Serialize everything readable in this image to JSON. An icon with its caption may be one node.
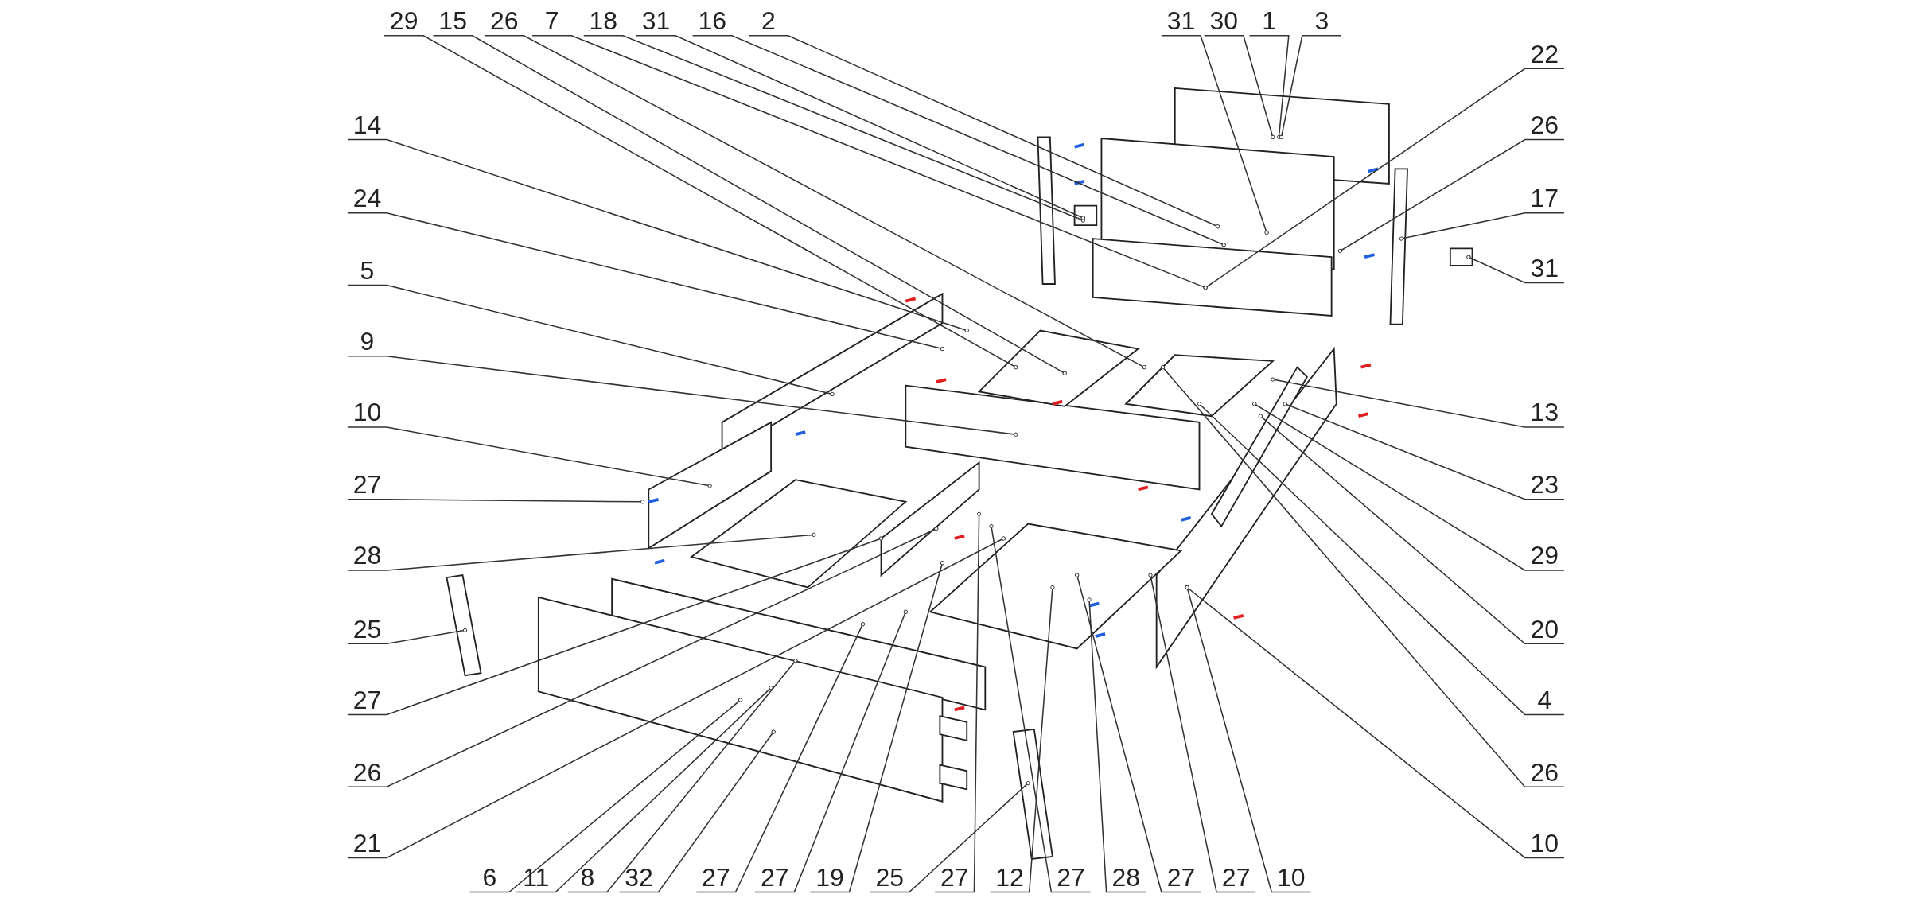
{
  "diagram": {
    "nodes": [
      {
        "text": [
          "29"
        ]
      },
      {
        "text": [
          "15"
        ]
      },
      {
        "text": [
          "26"
        ]
      },
      {
        "text": [
          "7"
        ]
      },
      {
        "text": [
          "18"
        ]
      },
      {
        "text": [
          "31"
        ]
      },
      {
        "text": [
          "16"
        ]
      },
      {
        "text": [
          "2"
        ]
      },
      {
        "text": [
          "31"
        ]
      },
      {
        "text": [
          "30"
        ]
      },
      {
        "text": [
          "1"
        ]
      },
      {
        "text": [
          "3"
        ]
      },
      {
        "text": [
          "14"
        ]
      },
      {
        "text": [
          "24"
        ]
      },
      {
        "text": [
          "5"
        ]
      },
      {
        "text": [
          "9"
        ]
      },
      {
        "text": [
          "10"
        ]
      },
      {
        "text": [
          "27"
        ]
      },
      {
        "text": [
          "28"
        ]
      },
      {
        "text": [
          "25"
        ]
      },
      {
        "text": [
          "27"
        ]
      },
      {
        "text": [
          "26"
        ]
      },
      {
        "text": [
          "21"
        ]
      },
      {
        "text": [
          "22"
        ]
      },
      {
        "text": [
          "26"
        ]
      },
      {
        "text": [
          "17"
        ]
      },
      {
        "text": [
          "31"
        ]
      },
      {
        "text": [
          "13"
        ]
      },
      {
        "text": [
          "23"
        ]
      },
      {
        "text": [
          "29"
        ]
      },
      {
        "text": [
          "20"
        ]
      },
      {
        "text": [
          "4"
        ]
      },
      {
        "text": [
          "26"
        ]
      },
      {
        "text": [
          "10"
        ]
      },
      {
        "text": [
          "6"
        ]
      },
      {
        "text": [
          "11"
        ]
      },
      {
        "text": [
          "8"
        ]
      },
      {
        "text": [
          "32"
        ]
      },
      {
        "text": [
          "27"
        ]
      },
      {
        "text": [
          "27"
        ]
      },
      {
        "text": [
          "19"
        ]
      },
      {
        "text": [
          "25"
        ]
      },
      {
        "text": [
          "27"
        ]
      },
      {
        "text": [
          "12"
        ]
      },
      {
        "text": [
          "27"
        ]
      },
      {
        "text": [
          "28"
        ]
      },
      {
        "text": [
          "27"
        ]
      },
      {
        "text": [
          "27"
        ]
      },
      {
        "text": [
          "10"
        ]
      }
    ],
    "edges": [
      {
        "from": 0,
        "to": null,
        "arrow": "other"
      },
      {
        "from": 1,
        "to": null,
        "arrow": "other"
      },
      {
        "from": 2,
        "to": null,
        "arrow": "other"
      },
      {
        "from": 3,
        "to": null,
        "arrow": "other"
      },
      {
        "from": 4,
        "to": null,
        "arrow": "other"
      },
      {
        "from": 5,
        "to": null,
        "arrow": "other"
      },
      {
        "from": 6,
        "to": null,
        "arrow": "other"
      },
      {
        "from": 7,
        "to": null,
        "arrow": "other"
      },
      {
        "from": 8,
        "to": null,
        "arrow": "other"
      },
      {
        "from": 9,
        "to": null,
        "arrow": "other"
      },
      {
        "from": 10,
        "to": null,
        "arrow": "other"
      },
      {
        "from": 11,
        "to": null,
        "arrow": "other"
      },
      {
        "from": 12,
        "to": null,
        "arrow": "other"
      },
      {
        "from": 13,
        "to": null,
        "arrow": "other"
      },
      {
        "from": 14,
        "to": null,
        "arrow": "other"
      },
      {
        "from": 15,
        "to": null,
        "arrow": "other"
      },
      {
        "from": 16,
        "to": null,
        "arrow": "other"
      },
      {
        "from": 17,
        "to": null,
        "arrow": "other"
      },
      {
        "from": 18,
        "to": null,
        "arrow": "other"
      },
      {
        "from": 19,
        "to": null,
        "arrow": "other"
      },
      {
        "from": 20,
        "to": null,
        "arrow": "other"
      },
      {
        "from": 21,
        "to": null,
        "arrow": "other"
      },
      {
        "from": 22,
        "to": null,
        "arrow": "other"
      },
      {
        "from": 23,
        "to": null,
        "arrow": "other"
      },
      {
        "from": 24,
        "to": null,
        "arrow": "other"
      },
      {
        "from": 25,
        "to": null,
        "arrow": "other"
      },
      {
        "from": 26,
        "to": null,
        "arrow": "other"
      },
      {
        "from": 27,
        "to": null,
        "arrow": "other"
      },
      {
        "from": 28,
        "to": null,
        "arrow": "other"
      },
      {
        "from": 29,
        "to": null,
        "arrow": "other"
      },
      {
        "from": 30,
        "to": null,
        "arrow": "other"
      },
      {
        "from": 31,
        "to": null,
        "arrow": "other"
      },
      {
        "from": 32,
        "to": null,
        "arrow": "other"
      },
      {
        "from": 33,
        "to": null,
        "arrow": "other"
      },
      {
        "from": 34,
        "to": null,
        "arrow": "other"
      },
      {
        "from": 35,
        "to": null,
        "arrow": "other"
      },
      {
        "from": 36,
        "to": null,
        "arrow": "other"
      },
      {
        "from": 37,
        "to": null,
        "arrow": "other"
      },
      {
        "from": 38,
        "to": null,
        "arrow": "other"
      },
      {
        "from": 39,
        "to": null,
        "arrow": "other"
      },
      {
        "from": 40,
        "to": null,
        "arrow": "other"
      },
      {
        "from": 41,
        "to": null,
        "arrow": "other"
      },
      {
        "from": 42,
        "to": null,
        "arrow": "other"
      },
      {
        "from": 43,
        "to": null,
        "arrow": "other"
      },
      {
        "from": 44,
        "to": null,
        "arrow": "other"
      },
      {
        "from": 45,
        "to": null,
        "arrow": "other"
      },
      {
        "from": 46,
        "to": null,
        "arrow": "other"
      },
      {
        "from": 47,
        "to": null,
        "arrow": "other"
      },
      {
        "from": 48,
        "to": null,
        "arrow": "other"
      }
    ]
  }
}
